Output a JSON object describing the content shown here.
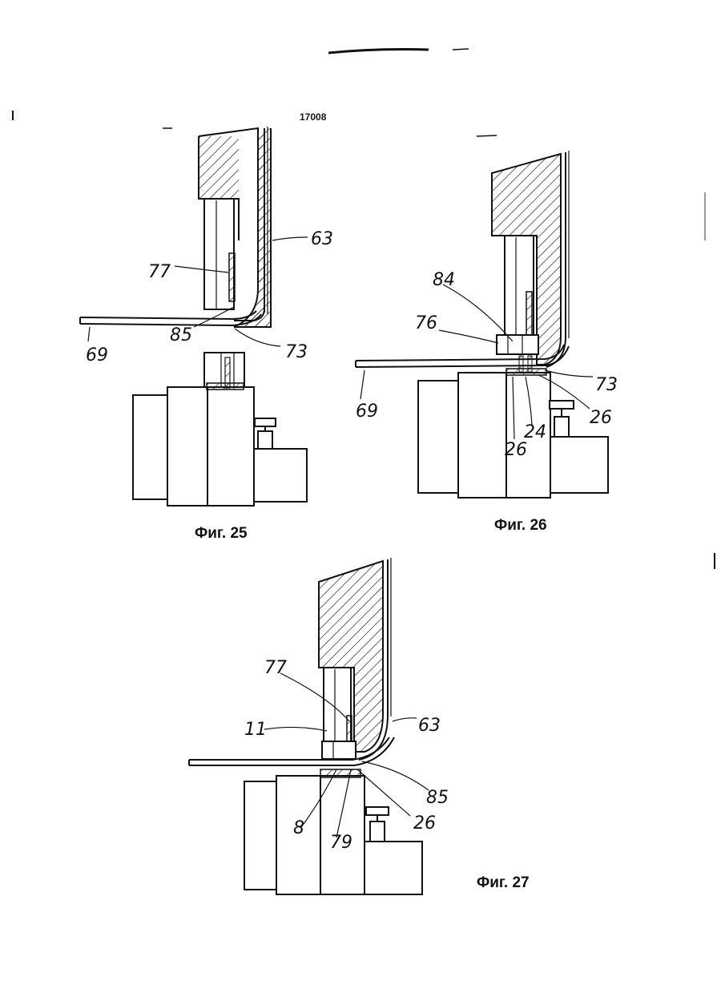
{
  "page_number": "17008",
  "figures": [
    {
      "caption": "Фиг. 25",
      "labels": {
        "n63": "63",
        "n77": "77",
        "n85": "85",
        "n69": "69",
        "n73": "73"
      }
    },
    {
      "caption": "Фиг. 26",
      "labels": {
        "n84": "84",
        "n76": "76",
        "n69": "69",
        "n73": "73",
        "n26a": "26",
        "n24": "24",
        "n26b": "26"
      }
    },
    {
      "caption": "Фиг. 27",
      "labels": {
        "n77": "77",
        "n11": "11",
        "n63": "63",
        "n85": "85",
        "n8": "8",
        "n79": "79",
        "n26": "26"
      }
    }
  ]
}
